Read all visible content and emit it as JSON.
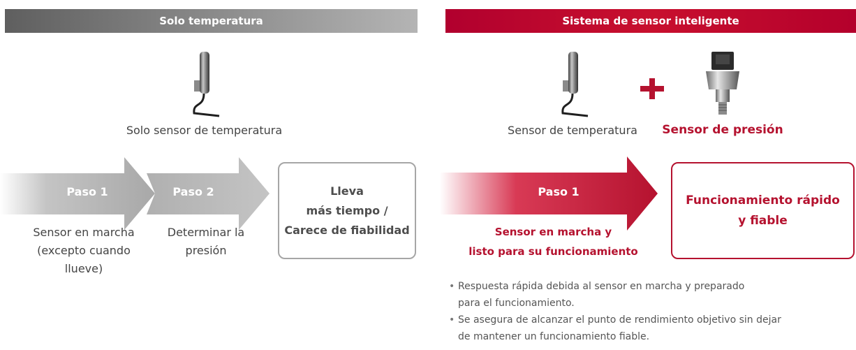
{
  "left_panel": {
    "header": "Solo temperatura",
    "sensor_caption": "Solo sensor de temperatura",
    "step1_label": "Paso 1",
    "step2_label": "Paso 2",
    "step1_desc": [
      "Sensor en marcha",
      "(excepto cuando",
      "llueve)"
    ],
    "step2_desc": [
      "Determinar la",
      "presión"
    ],
    "result": [
      "Lleva",
      "más tiempo /",
      "Carece de fiabilidad"
    ]
  },
  "right_panel": {
    "header": "Sistema de sensor inteligente",
    "temp_caption": "Sensor de temperatura",
    "pressure_caption": "Sensor de presión",
    "plus_symbol": "+",
    "step1_label": "Paso 1",
    "step1_desc": [
      "Sensor en marcha y",
      "listo para su funcionamiento"
    ],
    "result": [
      "Funcionamiento rápido",
      "y fiable"
    ],
    "bullets": [
      [
        "Respuesta rápida debida al sensor en marcha y preparado",
        "para el funcionamiento."
      ],
      [
        "Se asegura de alcanzar el punto de rendimiento objetivo sin dejar",
        "de mantener un funcionamiento fiable."
      ]
    ]
  },
  "colors": {
    "accent_red": "#b5122f",
    "grey_arrow": "#a9a9a9",
    "header_grey": "#8a8a8a"
  },
  "icons": [
    "temperature-sensor-icon",
    "pressure-sensor-icon",
    "plus-icon",
    "step-arrow-icon"
  ]
}
